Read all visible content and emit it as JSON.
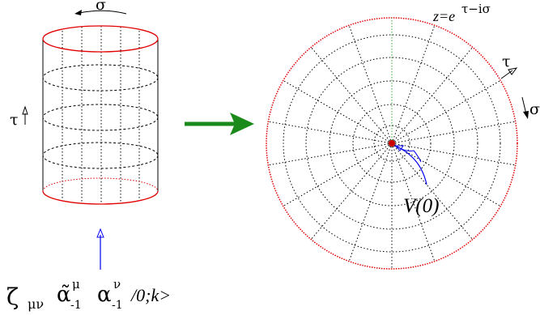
{
  "cylinder": {
    "sigma_label": "σ",
    "tau_label": "τ",
    "state_zeta": "ζ",
    "state_zeta_sub": "μν",
    "state_alpha_tilde": "α̃",
    "state_alpha_tilde_sup": "μ",
    "state_alpha_tilde_sub": "-1",
    "state_alpha": "α",
    "state_alpha_sup": "ν",
    "state_alpha_sub": "-1",
    "state_ket": "/0;k>"
  },
  "plane": {
    "map_base": "z=e",
    "map_exponent": "τ−iσ",
    "tau_label": "τ",
    "sigma_label": "σ",
    "operator_label": "V(0)"
  },
  "colors": {
    "red": "#e00000",
    "arrow_green": "#1a8a1a",
    "blue": "#0000ee",
    "grid_green": "#33aa33",
    "black": "#000000"
  }
}
